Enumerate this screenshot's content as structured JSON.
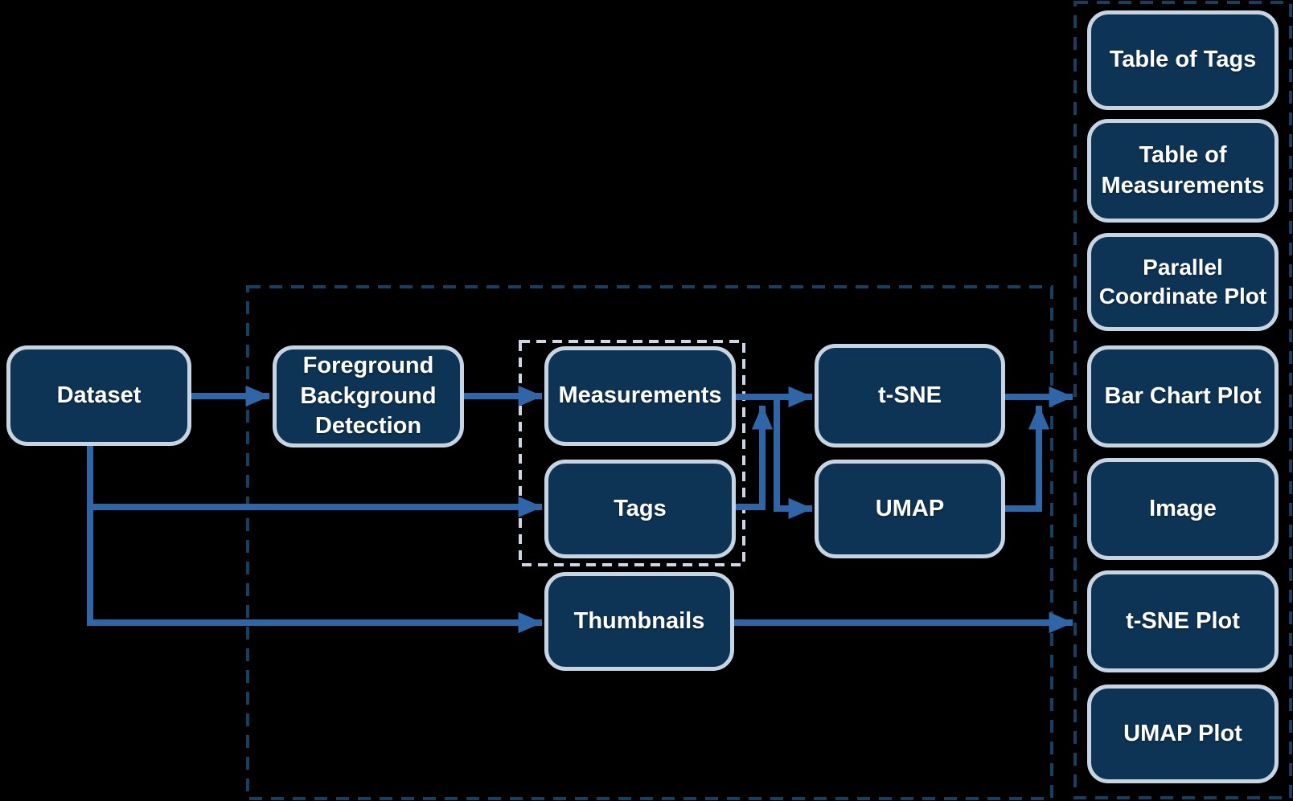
{
  "diagram_title": "",
  "colors": {
    "background": "#000000",
    "node_fill": "#0d3355",
    "node_border": "#c7d4e2",
    "node_text": "#ffffff",
    "arrow": "#2f66a8",
    "outer_dash": "#17405f",
    "inner_dash": "#ccd7e3"
  },
  "nodes": {
    "dataset": "Dataset",
    "foreground_background_detection": "Foreground Background Detection",
    "measurements": "Measurements",
    "tags": "Tags",
    "thumbnails": "Thumbnails",
    "tsne": "t-SNE",
    "umap": "UMAP",
    "table_of_tags": "Table of Tags",
    "table_of_measurements": "Table of Measurements",
    "parallel_coordinate_plot": "Parallel Coordinate Plot",
    "bar_chart_plot": "Bar Chart Plot",
    "image": "Image",
    "tsne_plot": "t-SNE Plot",
    "umap_plot": "UMAP Plot"
  },
  "groups": [
    {
      "name": "processing-pipeline",
      "border": "dark-dashed",
      "nodes": [
        "foreground_background_detection",
        "measurements",
        "tags",
        "thumbnails",
        "tsne",
        "umap"
      ]
    },
    {
      "name": "data-tables",
      "border": "light-dashed",
      "nodes": [
        "measurements",
        "tags"
      ]
    },
    {
      "name": "outputs",
      "border": "dark-dashed",
      "nodes": [
        "table_of_tags",
        "table_of_measurements",
        "parallel_coordinate_plot",
        "bar_chart_plot",
        "image",
        "tsne_plot",
        "umap_plot"
      ]
    }
  ],
  "edges": [
    {
      "from": "dataset",
      "to": "foreground_background_detection"
    },
    {
      "from": "foreground_background_detection",
      "to": "measurements"
    },
    {
      "from": "dataset",
      "to": "tags"
    },
    {
      "from": "dataset",
      "to": "thumbnails"
    },
    {
      "from": "measurements",
      "to": "tsne"
    },
    {
      "from": "measurements",
      "to": "umap"
    },
    {
      "from": "tags",
      "to": "tsne"
    },
    {
      "from": "tags",
      "to": "umap"
    },
    {
      "from": "tsne",
      "to": "outputs"
    },
    {
      "from": "umap",
      "to": "outputs"
    },
    {
      "from": "thumbnails",
      "to": "outputs"
    }
  ]
}
